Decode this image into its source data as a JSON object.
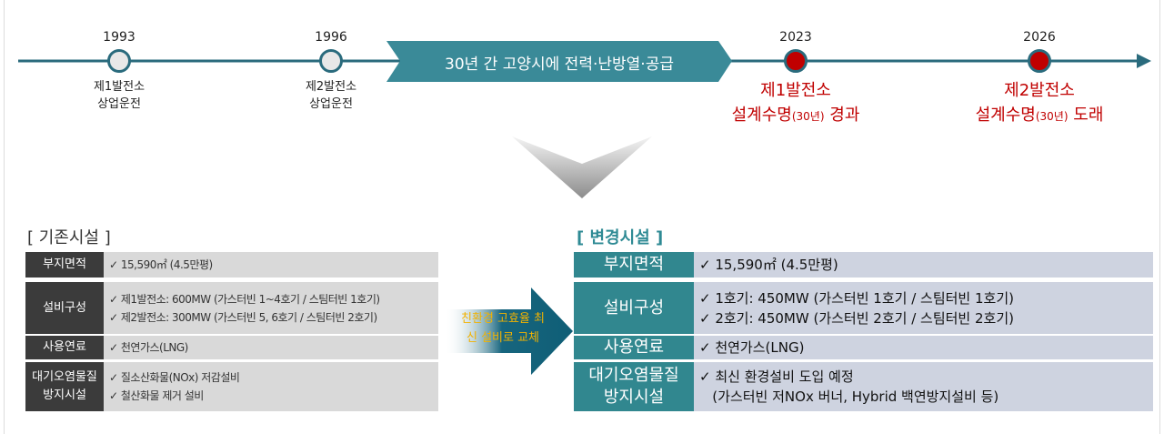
{
  "timeline": {
    "banner": "30년 간 고양시에 전력·난방열·공급",
    "events": [
      {
        "year": "1993",
        "lines": [
          "제1발전소",
          "상업운전"
        ],
        "status": "past"
      },
      {
        "year": "1996",
        "lines": [
          "제2발전소",
          "상업운전"
        ],
        "status": "past"
      },
      {
        "year": "2023",
        "line1": "제1발전소",
        "line2a": "설계수명",
        "line2b": "(30년)",
        "line2c": " 경과",
        "status": "future"
      },
      {
        "year": "2026",
        "line1": "제2발전소",
        "line2a": "설계수명",
        "line2b": "(30년)",
        "line2c": " 도래",
        "status": "future"
      }
    ]
  },
  "transition_label": [
    "친환경 고효율 최",
    "신 설비로 교체"
  ],
  "existing": {
    "title": "[ 기존시설 ]",
    "rows": [
      {
        "label": [
          "부지면적"
        ],
        "items": [
          "✓  15,590㎡ (4.5만평)"
        ]
      },
      {
        "label": [
          "설비구성"
        ],
        "items": [
          "✓  제1발전소: 600MW (가스터빈 1~4호기 / 스팀터빈 1호기)",
          "✓  제2발전소: 300MW (가스터빈 5, 6호기 / 스팀터빈 2호기)"
        ]
      },
      {
        "label": [
          "사용연료"
        ],
        "items": [
          "✓  천연가스(LNG)"
        ]
      },
      {
        "label": [
          "대기오염물질",
          "방지시설"
        ],
        "items": [
          "✓  질소산화물(NOx) 저감설비",
          "✓  철산화물 제거 설비"
        ]
      }
    ]
  },
  "changed": {
    "title": "[ 변경시설 ]",
    "rows": [
      {
        "label": [
          "부지면적"
        ],
        "items": [
          "✓ 15,590㎡ (4.5만평)"
        ]
      },
      {
        "label": [
          "설비구성"
        ],
        "items": [
          "✓ 1호기: 450MW (가스터빈 1호기 / 스팀터빈 1호기)",
          "✓ 2호기: 450MW (가스터빈 2호기 / 스팀터빈 2호기)"
        ]
      },
      {
        "label": [
          "사용연료"
        ],
        "items": [
          "✓ 천연가스(LNG)"
        ]
      },
      {
        "label": [
          "대기오염물질",
          "방지시설"
        ],
        "items": [
          "✓ 최신 환경설비 도입 예정",
          "   (가스터빈 저NOx 버너, Hybrid 백연방지설비 등)"
        ]
      }
    ]
  },
  "colors": {
    "timeline": "#2a6b7d",
    "future": "#c00000",
    "teal": "#31878f",
    "dark": "#3b3b3b",
    "accent_text": "#f2b200"
  }
}
